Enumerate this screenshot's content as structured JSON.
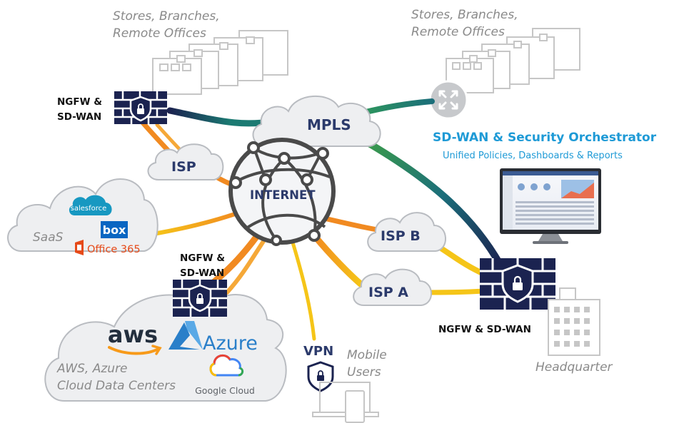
{
  "colors": {
    "navy": "#1b2350",
    "node_text": "#2b3a6b",
    "orange": "#f18a21",
    "yellow": "#f5c518",
    "teal": "#1b7a72",
    "green": "#3a9a4c",
    "cloud_fill": "#eeeff1",
    "cloud_stroke": "#b9bcc1",
    "building": "#c6c6c6",
    "accent_blue": "#1e9ad6",
    "aws_orange": "#f79a1a",
    "azure_blue": "#2a7fc9"
  },
  "top_left_sites": {
    "line1": "Stores, Branches,",
    "line2": "Remote Offices",
    "icon": "building-group-icon"
  },
  "top_right_sites": {
    "line1": "Stores, Branches,",
    "line2": "Remote Offices",
    "icon": "building-group-icon"
  },
  "branch_device": {
    "line1": "NGFW &",
    "line2": "SD-WAN",
    "icon": "firewall-lock-icon"
  },
  "cloud_device": {
    "line1": "NGFW &",
    "line2": "SD-WAN",
    "icon": "firewall-lock-icon"
  },
  "hq_device": {
    "label": "NGFW & SD-WAN",
    "icon": "firewall-lock-icon"
  },
  "nodes": {
    "mpls": "MPLS",
    "internet": "INTERNET",
    "isp": "ISP",
    "isp_a": "ISP A",
    "isp_b": "ISP B",
    "vpn": "VPN"
  },
  "orchestrator": {
    "title": "SD-WAN & Security Orchestrator",
    "subtitle": "Unified Policies, Dashboards & Reports",
    "icon": "monitor-dashboard-icon"
  },
  "saas": {
    "label": "SaaS",
    "salesforce": "salesforce",
    "box": "box",
    "office": "Office 365"
  },
  "cloud_dc": {
    "aws": "aws",
    "azure": "Azure",
    "google": "Google Cloud",
    "line1": "AWS, Azure",
    "line2": "Cloud Data Centers"
  },
  "mobile": {
    "line1": "Mobile",
    "line2": "Users",
    "icon": "laptop-phone-icon"
  },
  "headquarter": {
    "label": "Headquarter",
    "icon": "office-building-icon"
  }
}
